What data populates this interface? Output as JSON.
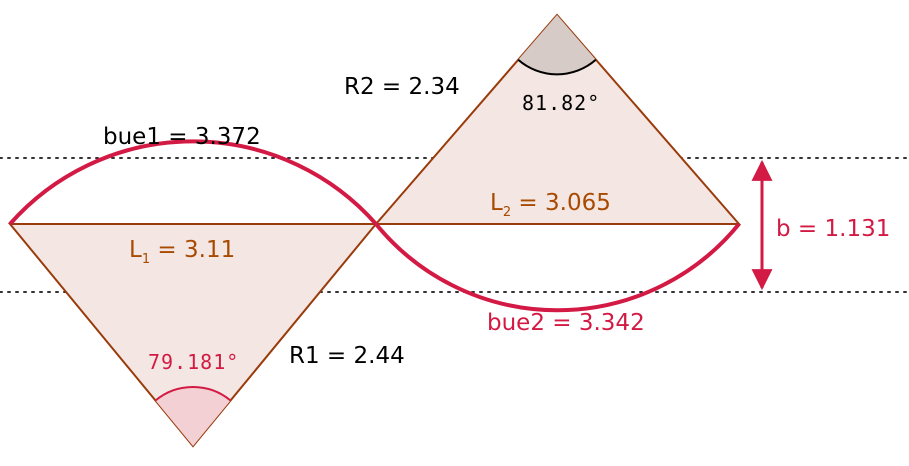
{
  "colors": {
    "triangle_stroke": "#9a3b0c",
    "triangle_fill": "#f4e6e3",
    "arc_stroke": "#d31a44",
    "text_black": "#000000",
    "text_orange": "#a84a00",
    "text_red": "#d31a44",
    "angle1_fill": "#f2d0d4",
    "angle2_fill": "#d7cbc8",
    "dotted": "#333333"
  },
  "labels": {
    "bue1": "bue1 = 3.372",
    "bue2": "bue2 = 3.342",
    "R1": "R1 = 2.44",
    "R2": "R2 = 2.34",
    "L1_prefix": "L",
    "L1_sub": "1",
    "L1_value": " = 3.11",
    "L2_prefix": "L",
    "L2_sub": "2",
    "L2_value": " = 3.065",
    "b": "b = 1.131",
    "angle1": "79.181°",
    "angle2": "81.82°"
  }
}
